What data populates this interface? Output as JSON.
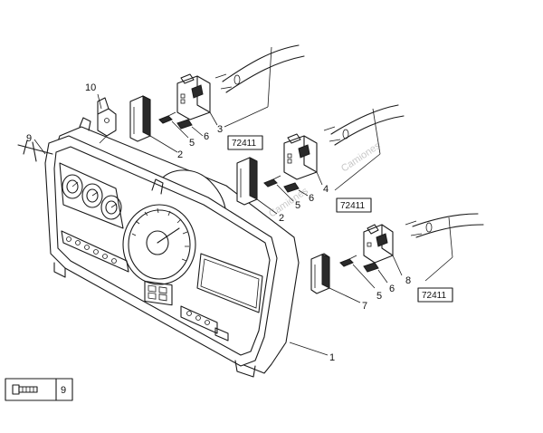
{
  "callouts": {
    "c1": "1",
    "c2a": "2",
    "c2b": "2",
    "c3": "3",
    "c4": "4",
    "c5a": "5",
    "c5b": "5",
    "c5c": "5",
    "c6a": "6",
    "c6b": "6",
    "c6c": "6",
    "c7": "7",
    "c8": "8",
    "c9": "9",
    "c10": "10"
  },
  "references": {
    "r1": "72411",
    "r2": "72411",
    "r3": "72411"
  },
  "legend": {
    "number": "9"
  },
  "watermark": {
    "text": "Camiones"
  }
}
